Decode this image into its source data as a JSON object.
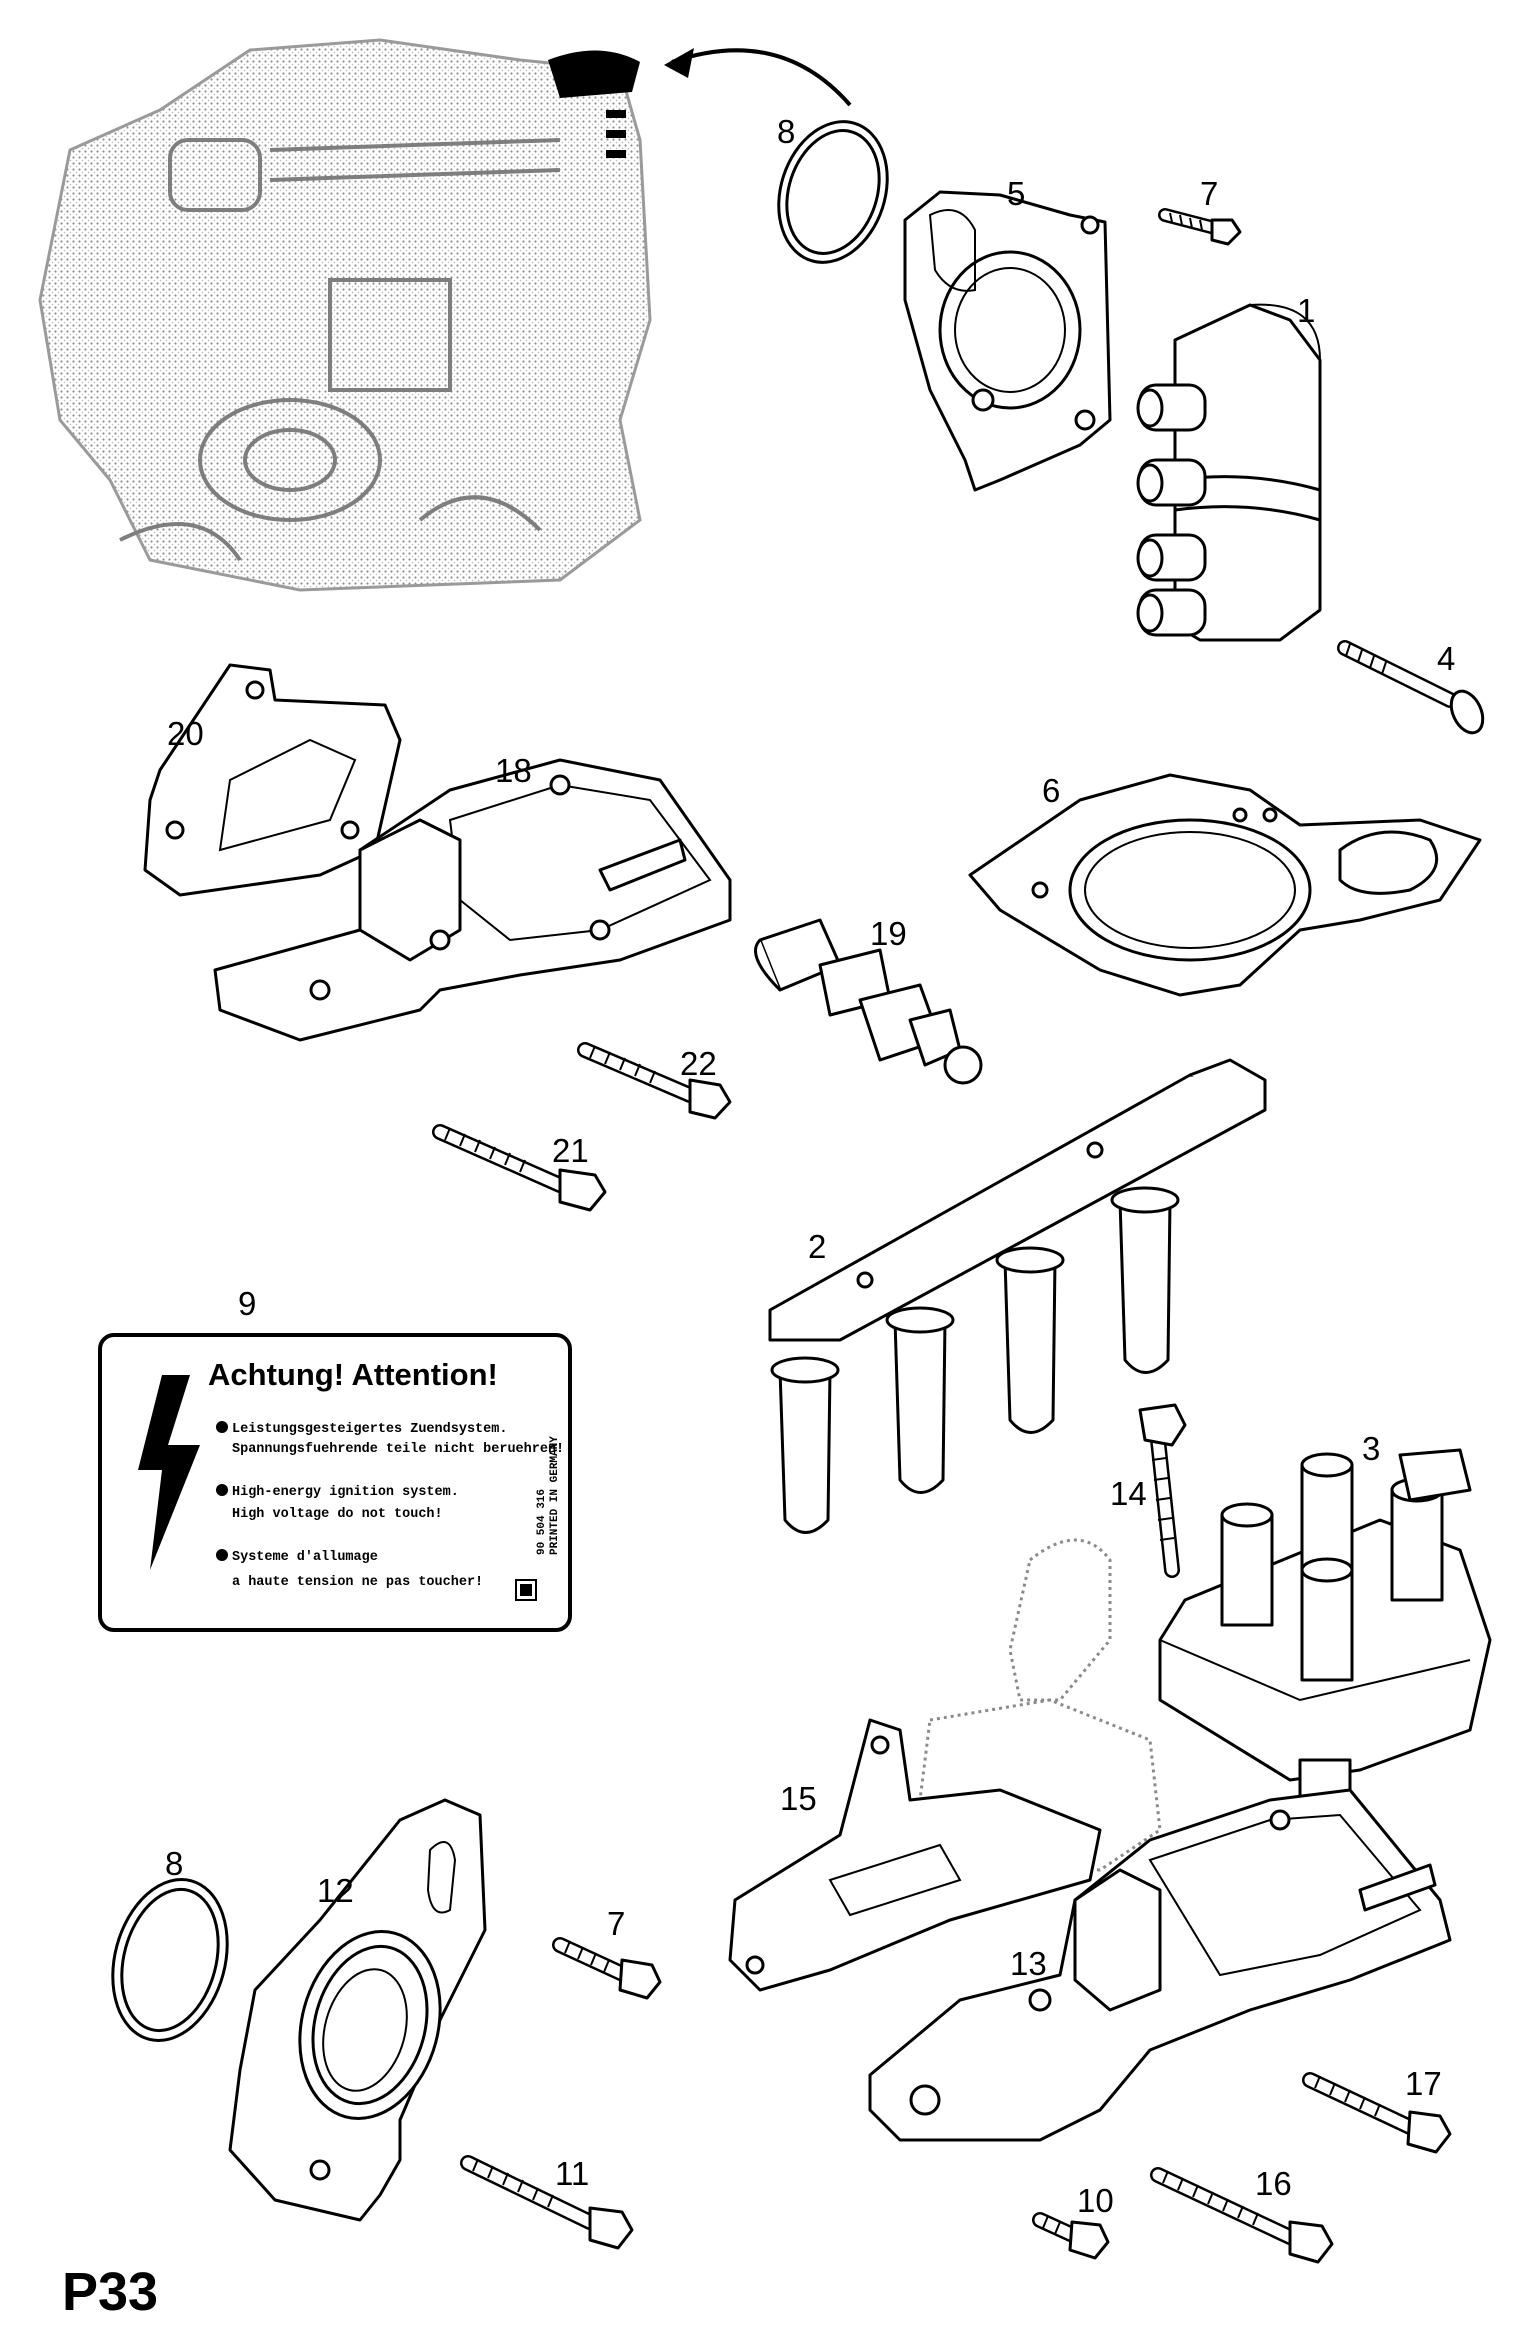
{
  "page_code": "P33",
  "callouts": [
    "8",
    "5",
    "7",
    "1",
    "4",
    "20",
    "18",
    "6",
    "19",
    "22",
    "21",
    "2",
    "9",
    "14",
    "3",
    "15",
    "8",
    "12",
    "7",
    "13",
    "11",
    "17",
    "16",
    "10"
  ],
  "warning_label": {
    "title": "Achtung! Attention!",
    "lines": [
      "Leistungsgesteigertes Zuendsystem.",
      "Spannungsfuehrende teile nicht beruehren!",
      "High-energy ignition system.",
      "High voltage do not touch!",
      "Systeme d'allumage",
      "a haute tension ne pas toucher!"
    ],
    "side_text": [
      "90 504 316",
      "PRINTED IN GERMANY"
    ]
  }
}
